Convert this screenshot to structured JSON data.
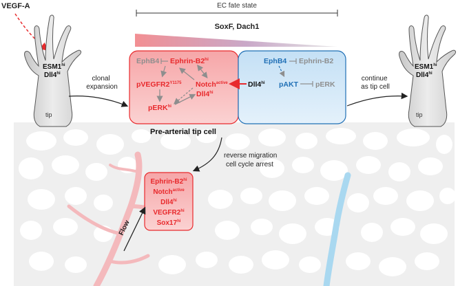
{
  "stimulus": "VEGF-A",
  "header": {
    "ec_fate_label": "EC fate state",
    "gradient_label": "SoxF, Dach1"
  },
  "left_tip": {
    "markers": [
      {
        "base": "ESM1",
        "sup": "hi"
      },
      {
        "base": "Dll4",
        "sup": "hi"
      }
    ],
    "label": "tip"
  },
  "right_tip": {
    "markers": [
      {
        "base": "ESM1",
        "sup": "hi"
      },
      {
        "base": "Dll4",
        "sup": "hi"
      }
    ],
    "label": "tip"
  },
  "arrows": {
    "clonal": [
      "clonal",
      "expansion"
    ],
    "continue": [
      "continue",
      "as tip cell"
    ],
    "reverse": [
      "reverse migration",
      "cell cycle arrest"
    ],
    "flow": "Flow"
  },
  "pre_arterial_box": {
    "caption": "Pre-arterial tip cell",
    "ephb4": "EphB4",
    "ephrin": {
      "base": "Ephrin-B2",
      "sup": "hi"
    },
    "pvegfr2": {
      "base": "pVEGFR2",
      "sup": "Y1175"
    },
    "notch": {
      "base": "Notch",
      "sup": "active"
    },
    "dll4": {
      "base": "Dll4",
      "sup": "hi"
    },
    "perk": {
      "base": "pERK",
      "sup": "hi"
    }
  },
  "tip_box": {
    "dll4": {
      "base": "Dll4",
      "sup": "hi"
    },
    "ephb4": "EphB4",
    "ephrin": "Ephrin-B2",
    "pakt": "pAKT",
    "perk": "pERK"
  },
  "artery_box": {
    "lines": [
      {
        "base": "Ephrin-B2",
        "sup": "hi"
      },
      {
        "base": "Notch",
        "sup": "active"
      },
      {
        "base": "Dll4",
        "sup": "hi"
      },
      {
        "base": "VEGFR2",
        "sup": "hi"
      },
      {
        "base": "Sox17",
        "sup": "hi"
      }
    ]
  },
  "colors": {
    "red": "#e8292c",
    "grey_text": "#8e8e8e",
    "blue_text": "#1f6fb5",
    "red_box_fill": "#f9b3b3",
    "blue_box_fill": "#cfe6f7",
    "artery_pink": "#f4b9bc",
    "vein_blue": "#a9d8f0",
    "network_grey": "#eeeeee",
    "tip_cell_grey": "#dcdcdc"
  }
}
